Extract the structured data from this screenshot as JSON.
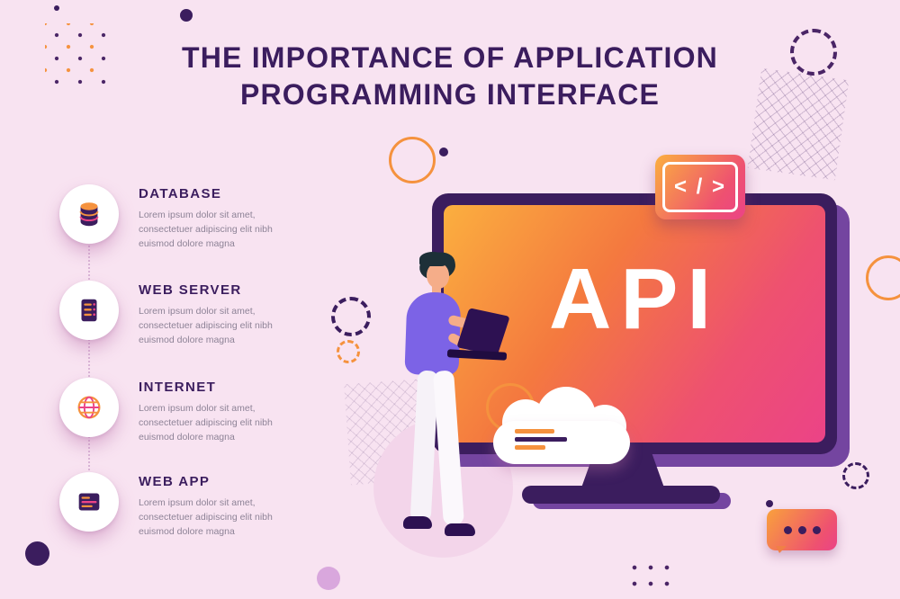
{
  "title": {
    "line1": "THE IMPORTANCE OF APPLICATION",
    "line2": "PROGRAMMING INTERFACE"
  },
  "items": [
    {
      "label": "DATABASE",
      "icon": "database-icon",
      "desc": "Lorem ipsum dolor sit amet, consectetuer adipiscing elit nibh euismod dolore magna"
    },
    {
      "label": "WEB SERVER",
      "icon": "server-icon",
      "desc": "Lorem ipsum dolor sit amet, consectetuer adipiscing elit nibh euismod dolore magna"
    },
    {
      "label": "INTERNET",
      "icon": "globe-icon",
      "desc": "Lorem ipsum dolor sit amet, consectetuer adipiscing elit nibh euismod dolore magna"
    },
    {
      "label": "WEB APP",
      "icon": "web-app-icon",
      "desc": "Lorem ipsum dolor sit amet, consectetuer adipiscing elit nibh euismod dolore magna"
    }
  ],
  "monitor": {
    "screen_text": "API",
    "badge_text": "< / >"
  },
  "colors": {
    "background": "#f8e3f1",
    "dark_purple": "#3b1d5e",
    "orange": "#f5923e",
    "pink": "#eb4387",
    "muted_text": "#8e8397",
    "shirt_purple": "#7c63e6"
  }
}
